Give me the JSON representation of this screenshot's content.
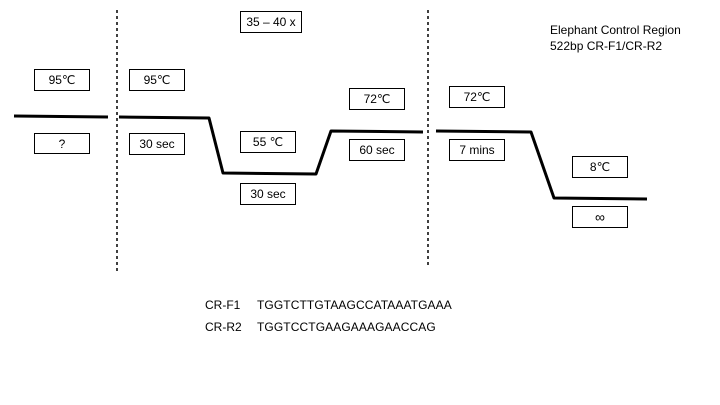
{
  "title": {
    "line1": "Elephant Control Region",
    "line2": "522bp CR-F1/CR-R2"
  },
  "cycles_label": "35 – 40 x",
  "steps": {
    "initial_denature": {
      "temp": "95℃",
      "time": "?"
    },
    "cycle_denature": {
      "temp": "95℃",
      "time": "30 sec"
    },
    "cycle_anneal": {
      "temp": "55 ℃",
      "time": "30 sec"
    },
    "cycle_extend": {
      "temp": "72℃",
      "time": "60 sec"
    },
    "final_extend": {
      "temp": "72℃",
      "time": "7 mins"
    },
    "hold": {
      "temp": "8℃",
      "time": "∞"
    }
  },
  "primers": [
    {
      "name": "CR-F1",
      "sequence": "TGGTCTTGTAAGCCATAAATGAAA"
    },
    {
      "name": "CR-R2",
      "sequence": "TGGTCCTGAAGAAAGAACCAG"
    }
  ]
}
